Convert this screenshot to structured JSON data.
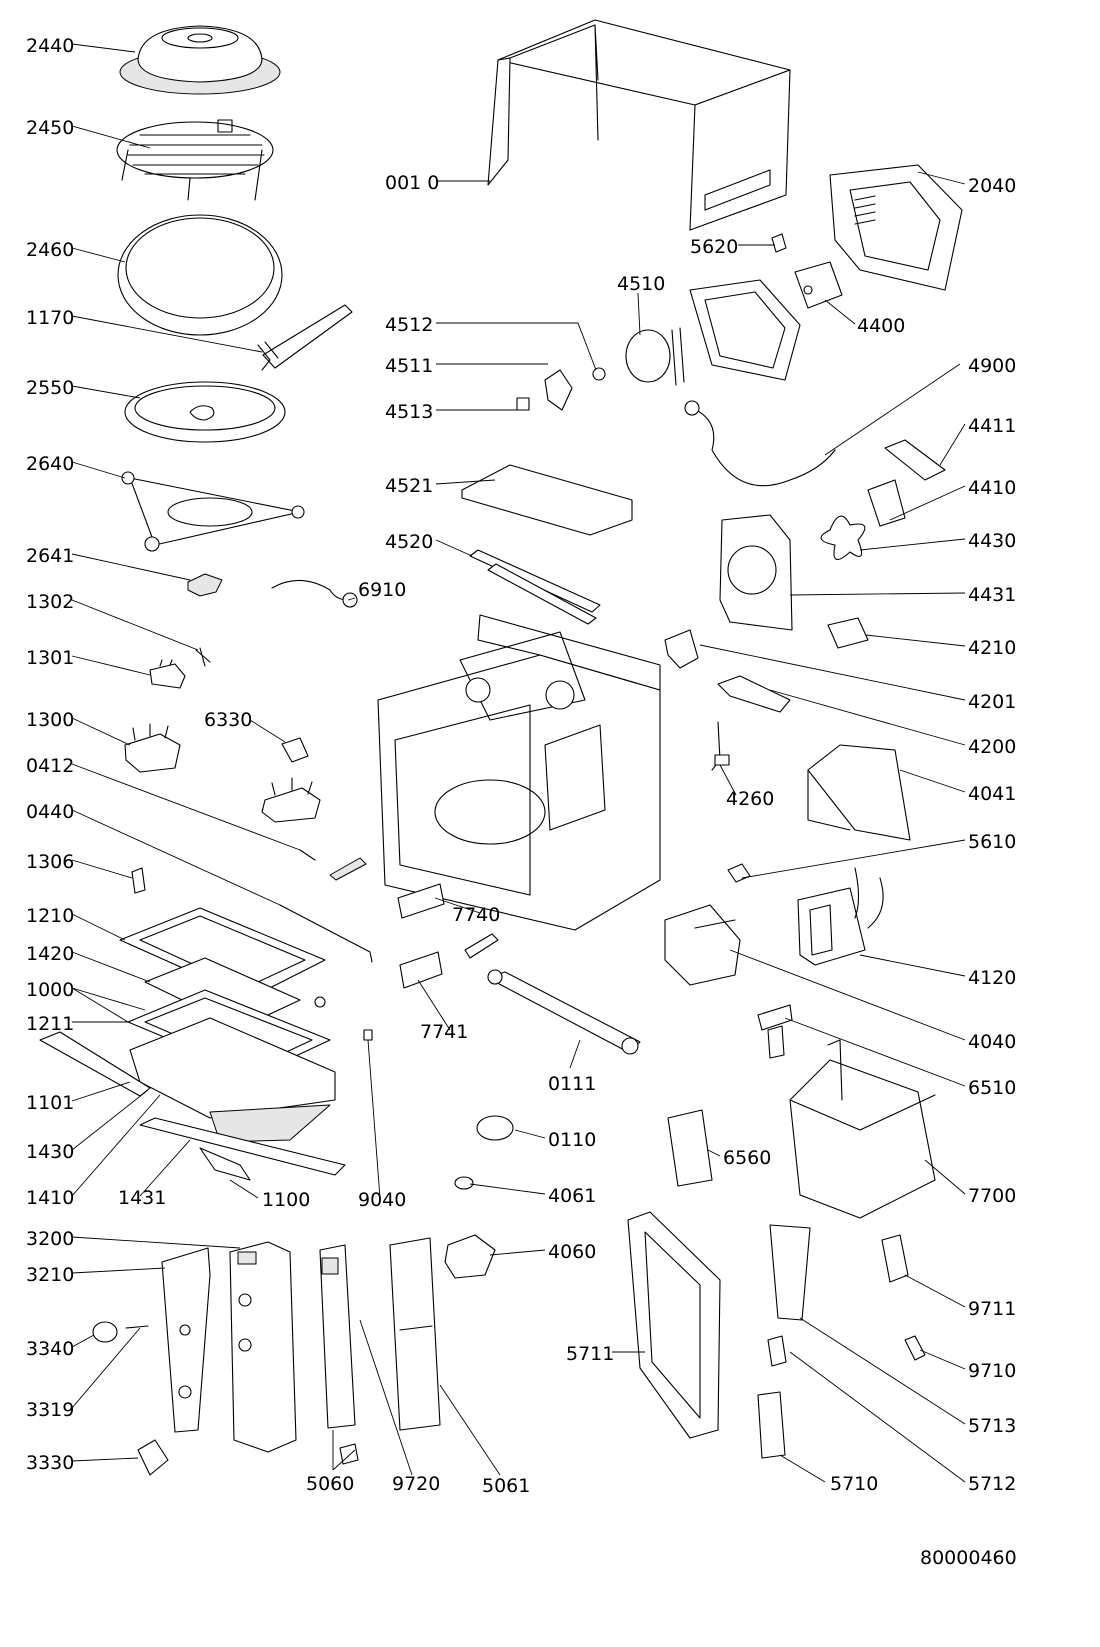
{
  "diagram": {
    "document_number": "80000460",
    "part_labels": [
      "2440",
      "2450",
      "2460",
      "1170",
      "2550",
      "2640",
      "2641",
      "1302",
      "1301",
      "1300",
      "6330",
      "0412",
      "0440",
      "1306",
      "1210",
      "1420",
      "1000",
      "1211",
      "1101",
      "1430",
      "1410",
      "1431",
      "1100",
      "9040",
      "001 0",
      "2040",
      "5620",
      "4510",
      "4400",
      "4512",
      "4511",
      "4513",
      "4900",
      "4411",
      "4410",
      "4430",
      "4431",
      "4521",
      "4520",
      "6910",
      "4210",
      "4201",
      "4200",
      "4041",
      "4260",
      "7740",
      "7741",
      "5610",
      "4120",
      "4040",
      "0111",
      "6510",
      "0110",
      "6560",
      "7700",
      "4061",
      "4060",
      "3200",
      "3210",
      "3340",
      "3319",
      "3330",
      "5060",
      "9720",
      "5061",
      "5711",
      "9711",
      "9710",
      "5713",
      "5712",
      "5710"
    ]
  }
}
